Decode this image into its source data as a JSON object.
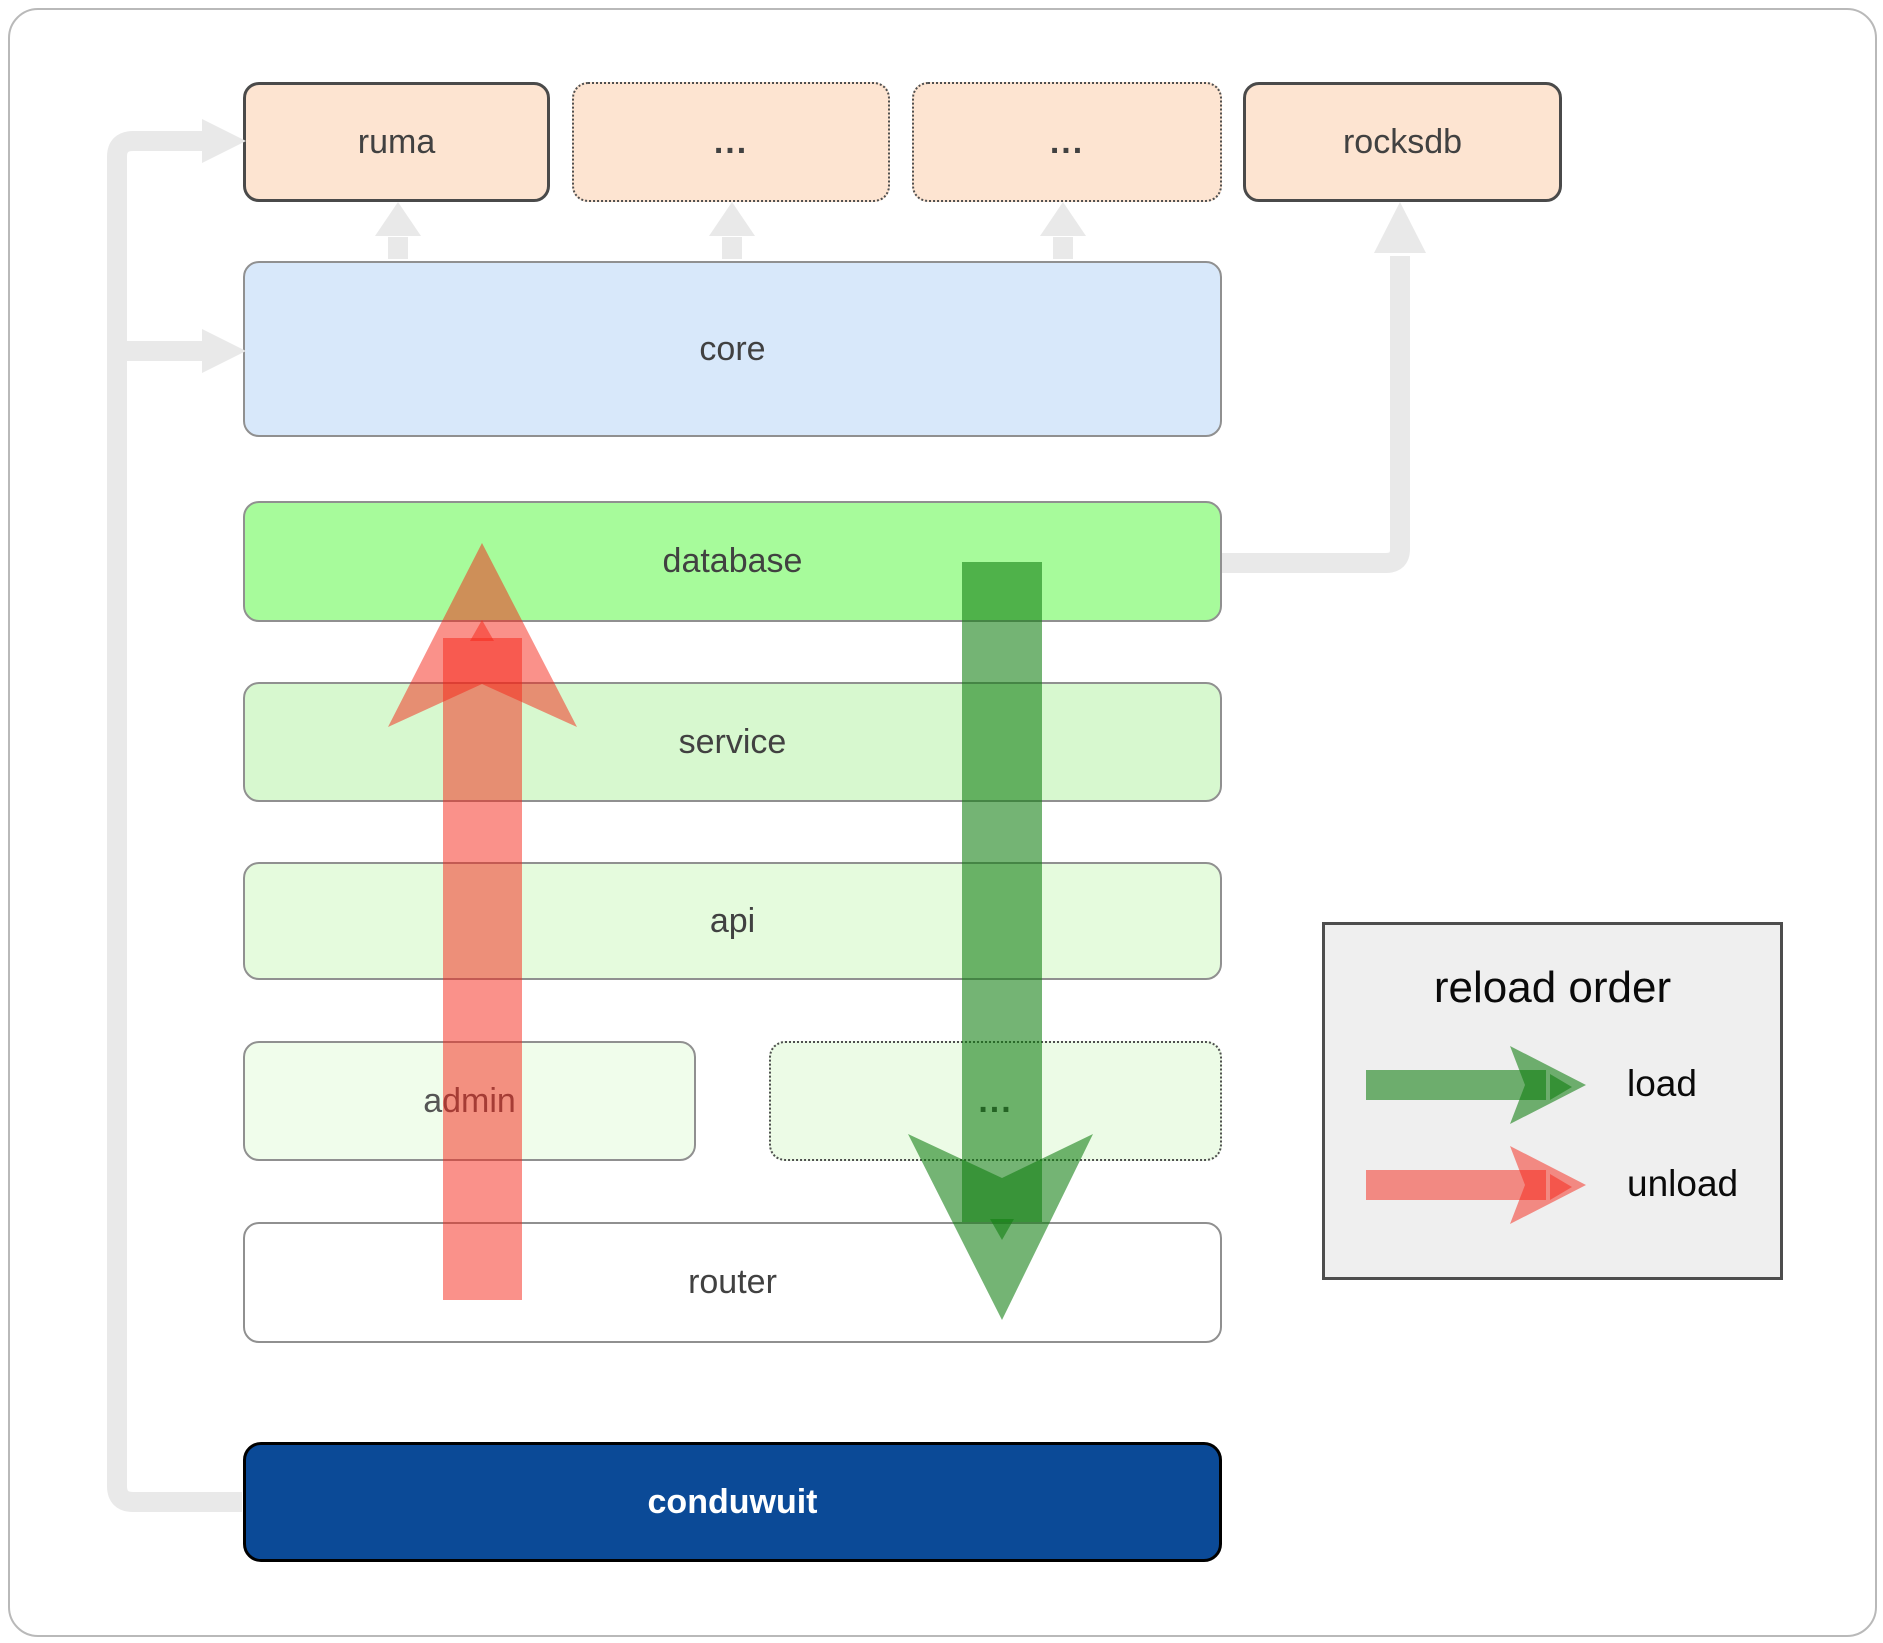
{
  "nodes": {
    "ruma": "ruma",
    "dots_top_1": "...",
    "dots_top_2": "...",
    "rocksdb": "rocksdb",
    "core": "core",
    "database": "database",
    "service": "service",
    "api": "api",
    "admin": "admin",
    "dots_admin": "...",
    "router": "router",
    "conduwuit": "conduwuit"
  },
  "legend": {
    "title": "reload order",
    "items": [
      {
        "label": "load",
        "color": "#4b9e43"
      },
      {
        "label": "unload",
        "color": "#f58b84"
      }
    ]
  },
  "colors": {
    "crate_peach": "#fde4d1",
    "core_blue": "#d8e8fa",
    "database_green": "#a7fb9b",
    "service_green": "#d7f8cf",
    "api_green": "#e5fbdd",
    "admin_green": "#f0fdeb",
    "conduwuit_blue": "#0b4a97",
    "connector_gray": "#e9e9e9",
    "load_arrow": "rgba(16,126,16,0.58)",
    "unload_arrow": "rgba(245,35,21,0.5)"
  }
}
